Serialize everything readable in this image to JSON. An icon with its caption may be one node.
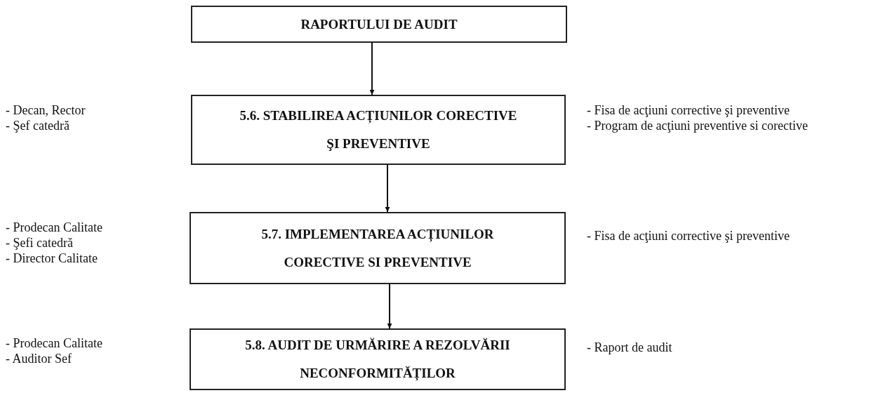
{
  "diagram": {
    "nodes": [
      {
        "text": [
          "RAPORTULUI DE AUDIT"
        ]
      },
      {
        "text": [
          "5.6. STABILIREA ACȚIUNILOR CORECTIVE ŞI PREVENTIVE"
        ],
        "beside": [
          "- Decan, Rector",
          "- Şef catedră",
          "- Fisa de acţiuni corrective şi preventive",
          "- Program de acţiuni preventive si corective"
        ]
      },
      {
        "text": [
          "5.7. IMPLEMENTAREA ACȚIUNILOR CORECTIVE SI PREVENTIVE"
        ],
        "beside": [
          "- Prodecan Calitate",
          "- Şefi catedră",
          "- Director Calitate",
          "- Fisa de acţiuni corrective şi preventive"
        ]
      },
      {
        "text": [
          "5.8. AUDIT DE URMĂRIRE A REZOLVĂRII NECONFORMITĂȚILOR"
        ],
        "beside": [
          "- Prodecan Calitate",
          "- Auditor Sef",
          "- Raport de audit"
        ]
      }
    ],
    "edges": [
      {
        "from": 0,
        "to": 1,
        "arrow": "to"
      },
      {
        "from": 1,
        "to": 2,
        "arrow": "to"
      },
      {
        "from": 2,
        "to": 3,
        "arrow": "to"
      }
    ]
  }
}
